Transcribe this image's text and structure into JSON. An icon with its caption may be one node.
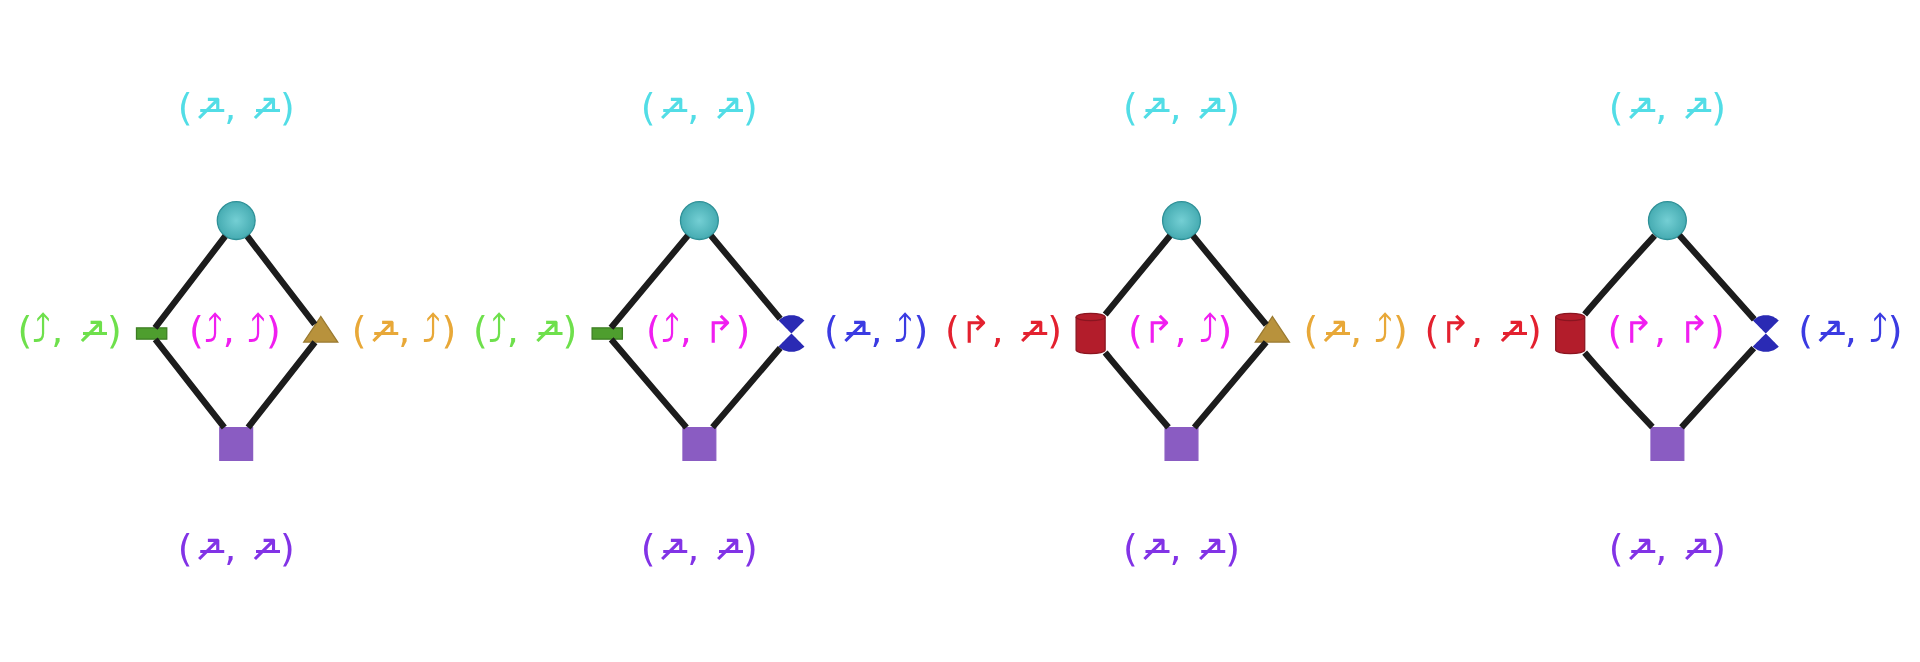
{
  "diagram": {
    "nodes": [
      {
        "text": [],
        "shape": "circle",
        "beside": [
          "(↗̶, ↗̶)"
        ]
      },
      {
        "text": [],
        "shape": "bar",
        "beside": [
          "(⤴, ↗̶)"
        ]
      },
      {
        "text": [],
        "shape": "triangle",
        "beside": [
          "(↗̶, ⤴)"
        ]
      },
      {
        "text": [],
        "shape": "box",
        "beside": [
          "(↗̶, ↗̶)"
        ]
      },
      {
        "text": [],
        "shape": "circle",
        "beside": [
          "(↗̶, ↗̶)"
        ]
      },
      {
        "text": [],
        "shape": "bar",
        "beside": [
          "(⤴, ↗̶)"
        ]
      },
      {
        "text": [],
        "shape": "bowtie",
        "beside": [
          "(↗̶, ⤴)"
        ]
      },
      {
        "text": [],
        "shape": "box",
        "beside": [
          "(↗̶, ↗̶)"
        ]
      },
      {
        "text": [],
        "shape": "circle",
        "beside": [
          "(↗̶, ↗̶)"
        ]
      },
      {
        "text": [],
        "shape": "cylinder",
        "beside": [
          "(↱, ↗̶)"
        ]
      },
      {
        "text": [],
        "shape": "triangle",
        "beside": [
          "(↗̶, ⤴)"
        ]
      },
      {
        "text": [],
        "shape": "box",
        "beside": [
          "(↗̶, ↗̶)"
        ]
      },
      {
        "text": [],
        "shape": "circle",
        "beside": [
          "(↗̶, ↗̶)"
        ]
      },
      {
        "text": [],
        "shape": "cylinder",
        "beside": [
          "(↱, ↗̶)"
        ]
      },
      {
        "text": [],
        "shape": "bowtie",
        "beside": [
          "(↗̶, ⤴)"
        ]
      },
      {
        "text": [],
        "shape": "box",
        "beside": [
          "(↗̶, ↗̶)"
        ]
      }
    ],
    "edges": [
      {
        "from": 0,
        "to": 1,
        "arrow": "none"
      },
      {
        "from": 1,
        "to": 3,
        "arrow": "none"
      },
      {
        "from": 0,
        "to": 2,
        "arrow": "none"
      },
      {
        "from": 2,
        "to": 3,
        "arrow": "none"
      },
      {
        "from": 4,
        "to": 5,
        "arrow": "none"
      },
      {
        "from": 5,
        "to": 7,
        "arrow": "none"
      },
      {
        "from": 4,
        "to": 6,
        "arrow": "none"
      },
      {
        "from": 6,
        "to": 7,
        "arrow": "none"
      },
      {
        "from": 8,
        "to": 9,
        "arrow": "none"
      },
      {
        "from": 9,
        "to": 11,
        "arrow": "none"
      },
      {
        "from": 8,
        "to": 10,
        "arrow": "none"
      },
      {
        "from": 10,
        "to": 11,
        "arrow": "none"
      },
      {
        "from": 12,
        "to": 13,
        "arrow": "none"
      },
      {
        "from": 13,
        "to": 15,
        "arrow": "none"
      },
      {
        "from": 12,
        "to": 14,
        "arrow": "none"
      },
      {
        "from": 14,
        "to": 15,
        "arrow": "none"
      }
    ],
    "labels": [
      "(⤴, ⤴)",
      "(⤴, ↱)",
      "(↱, ⤴)",
      "(↱, ↱)"
    ]
  }
}
